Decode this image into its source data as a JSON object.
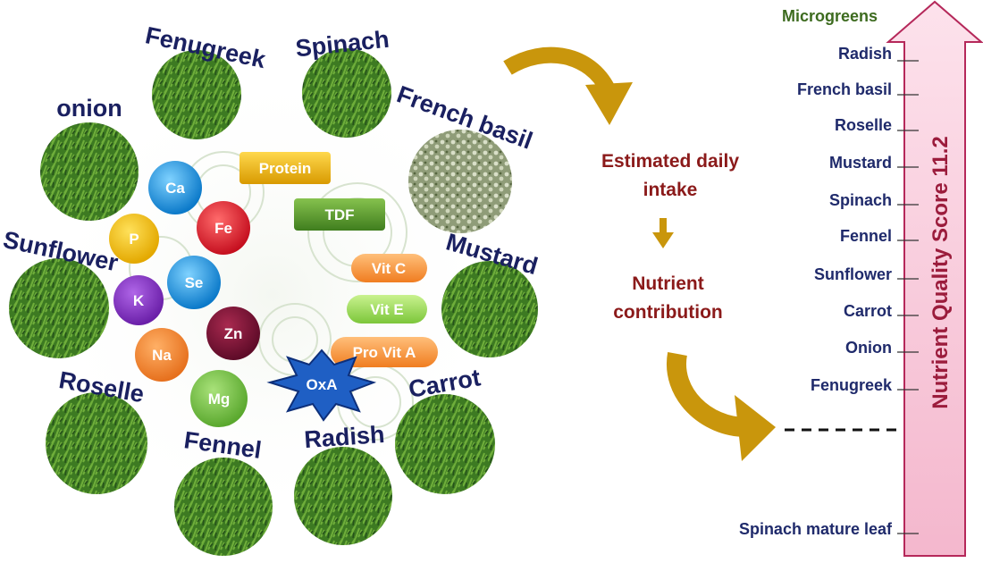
{
  "microgreens_circle": {
    "photos": [
      "Fenugreek",
      "Spinach",
      "French basil",
      "Mustard",
      "Carrot",
      "Radish",
      "Fennel",
      "Roselle",
      "Sunflower",
      "onion"
    ],
    "nutrients": {
      "minerals": [
        "Ca",
        "Fe",
        "P",
        "Se",
        "K",
        "Zn",
        "Na",
        "Mg"
      ],
      "components": [
        "Protein",
        "TDF"
      ],
      "vitamins": [
        "Vit C",
        "Vit E",
        "Pro Vit A"
      ],
      "anti_nutrient": "OxA"
    }
  },
  "flow": {
    "step1": "Estimated daily intake",
    "step2": "Nutrient contribution"
  },
  "ranking": {
    "header": "Microgreens",
    "axis_label": "Nutrient Quality Score 11.2",
    "items": [
      "Radish",
      "French basil",
      "Roselle",
      "Mustard",
      "Spinach",
      "Fennel",
      "Sunflower",
      "Carrot",
      "Onion",
      "Fenugreek"
    ],
    "reference": "Spinach mature leaf"
  },
  "colors": {
    "title_navy": "#1a2060",
    "flow_red": "#8b1a1a",
    "arrow_gold": "#c9960c",
    "header_green": "#3d6b1f",
    "score_arrow_fill": "#f6c9d8",
    "score_arrow_stroke": "#b5285a"
  }
}
